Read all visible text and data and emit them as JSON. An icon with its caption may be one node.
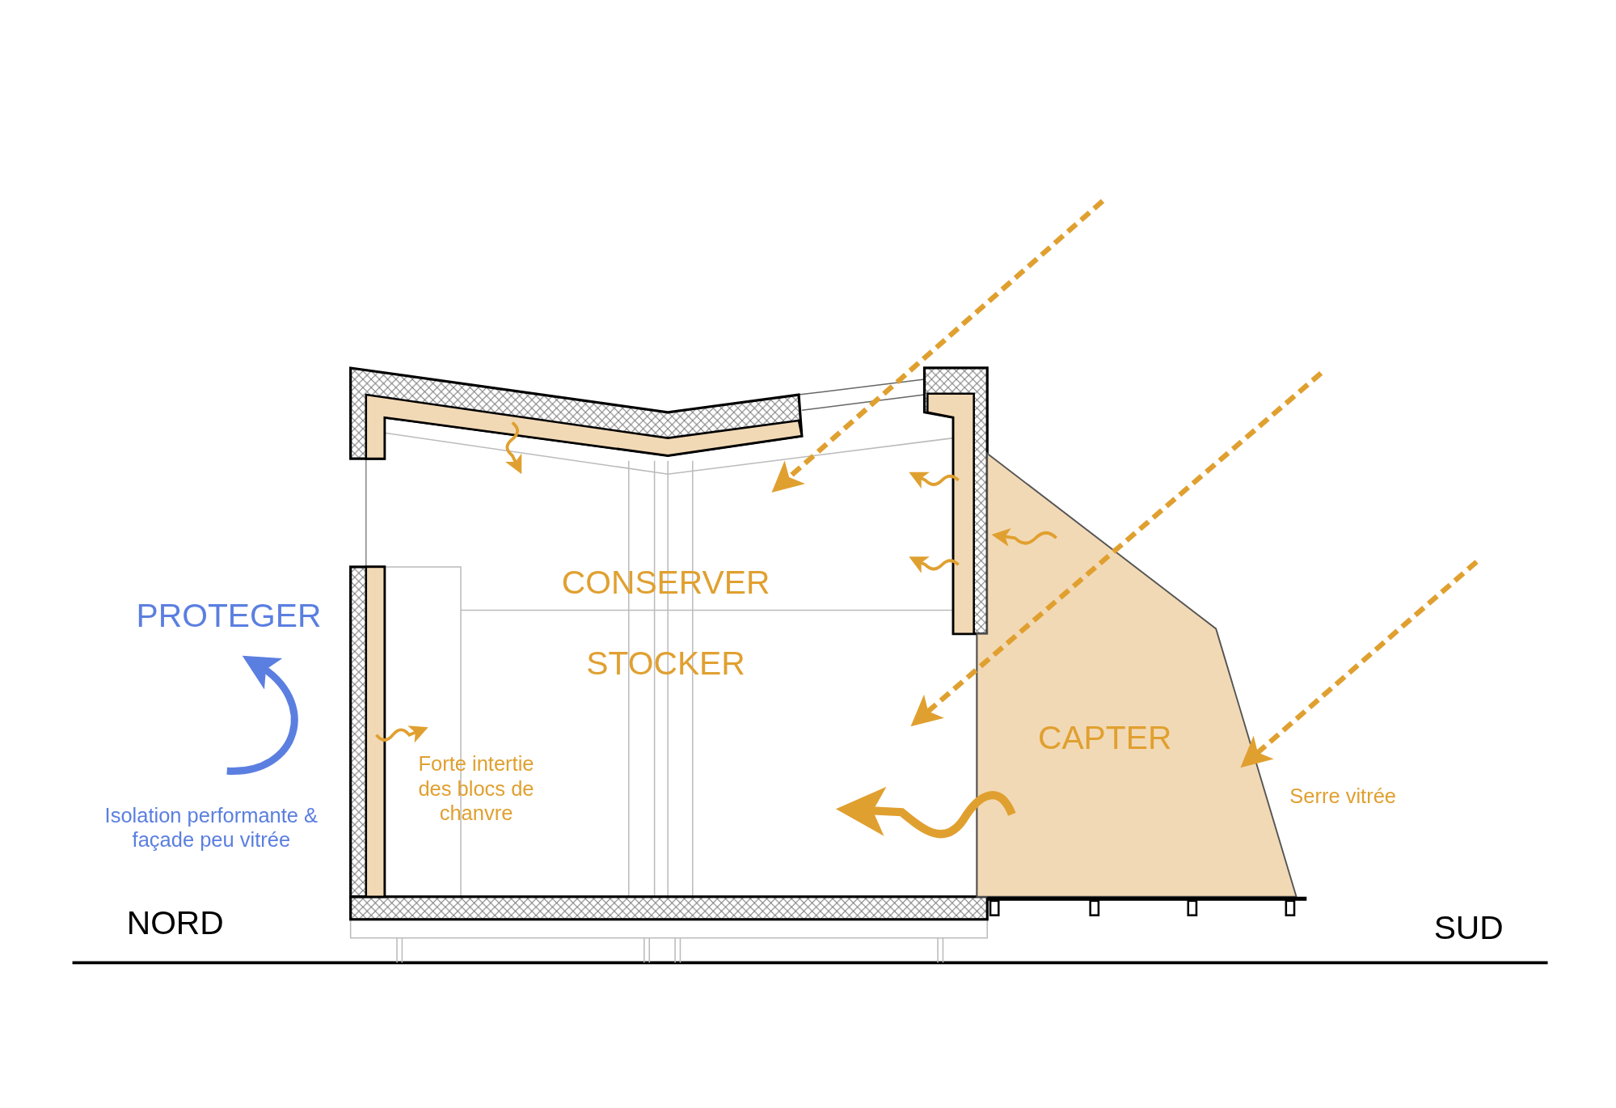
{
  "diagram": {
    "labels": [
      "CONSERVER",
      "PROTEGER",
      "STOCKER",
      "CAPTER",
      "Forte intertie des blocs de chanvre",
      "Serre vitrée",
      "Isolation performante & façade peu vitrée",
      "NORD",
      "SUD"
    ]
  }
}
